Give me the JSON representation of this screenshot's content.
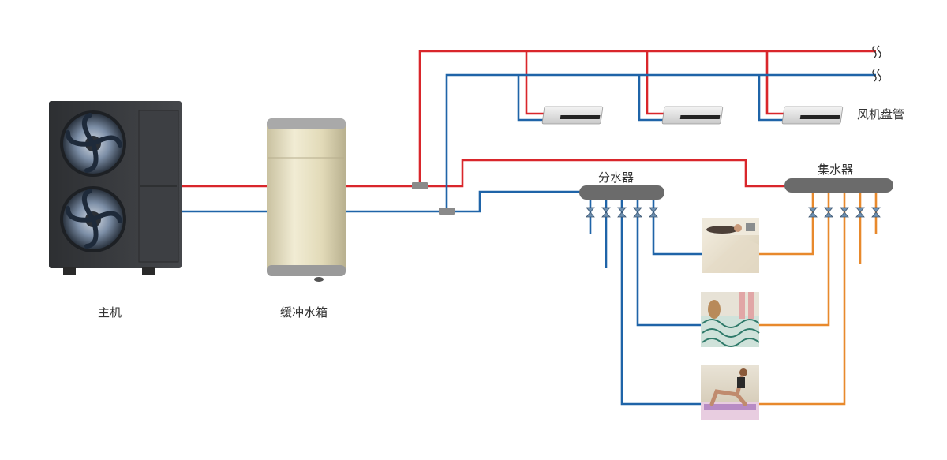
{
  "labels": {
    "main_unit": "主机",
    "buffer_tank": "缓冲水箱",
    "fan_coil": "风机盘管",
    "distributor": "分水器",
    "collector": "集水器"
  },
  "colors": {
    "supply_pipe": "#d9262b",
    "return_pipe": "#1f64a8",
    "floor_return_pipe": "#e8892c",
    "manifold": "#6b6b6b",
    "valve": "#6d8fb0",
    "unit_body": "#3a3c3f",
    "tank_body": "#e3dcbc",
    "label_text": "#333333"
  },
  "icons": {
    "main_unit": "heat-pump-outdoor-unit-icon",
    "buffer_tank": "buffer-water-tank-icon",
    "fan_coil": "ceiling-fan-coil-unit-icon",
    "pipe_break": "pipe-break-icon",
    "valve": "manifold-valve-icon",
    "room_photo_1": "person-lying-on-warm-floor-photo",
    "room_photo_2": "underfloor-heating-pipes-photo",
    "room_photo_3": "person-doing-yoga-on-floor-photo"
  }
}
